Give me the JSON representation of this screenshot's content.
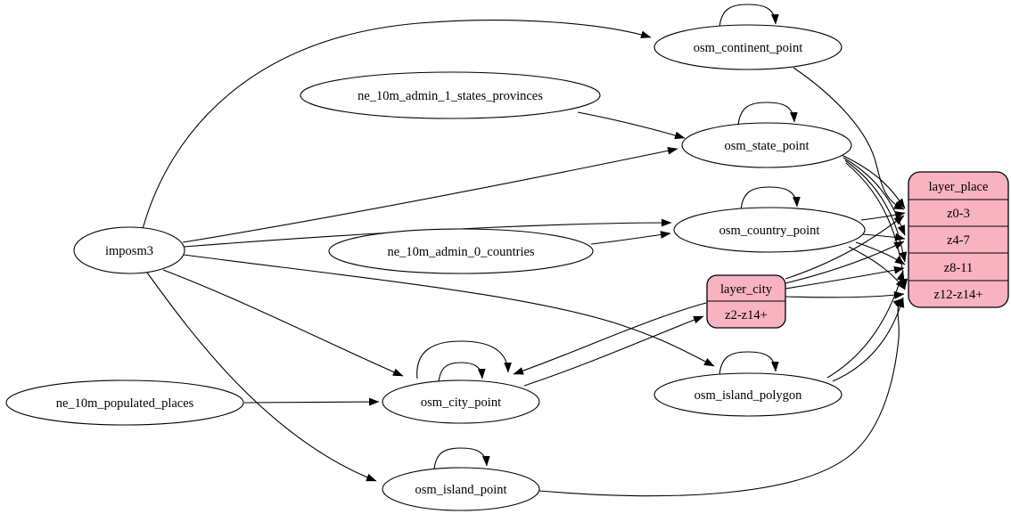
{
  "diagram": {
    "kind": "etl-dependency-graph",
    "colors": {
      "background": "#ffffff",
      "edge": "#000000",
      "table_fill": "#ffffff",
      "layer_fill": "#f8b2c0",
      "stroke": "#000000"
    },
    "nodes": {
      "imposm3": {
        "label": "imposm3",
        "shape": "ellipse"
      },
      "ne_admin1": {
        "label": "ne_10m_admin_1_states_provinces",
        "shape": "ellipse"
      },
      "ne_admin0": {
        "label": "ne_10m_admin_0_countries",
        "shape": "ellipse"
      },
      "ne_populated": {
        "label": "ne_10m_populated_places",
        "shape": "ellipse"
      },
      "osm_continent_point": {
        "label": "osm_continent_point",
        "shape": "ellipse"
      },
      "osm_state_point": {
        "label": "osm_state_point",
        "shape": "ellipse"
      },
      "osm_country_point": {
        "label": "osm_country_point",
        "shape": "ellipse"
      },
      "osm_city_point": {
        "label": "osm_city_point",
        "shape": "ellipse"
      },
      "osm_island_polygon": {
        "label": "osm_island_polygon",
        "shape": "ellipse"
      },
      "osm_island_point": {
        "label": "osm_island_point",
        "shape": "ellipse"
      }
    },
    "records": {
      "layer_city": {
        "title": "layer_city",
        "rows": [
          "z2-z14+"
        ]
      },
      "layer_place": {
        "title": "layer_place",
        "rows": [
          "z0-3",
          "z4-7",
          "z8-11",
          "z12-z14+"
        ]
      }
    },
    "edges": [
      {
        "from": "imposm3",
        "to": "osm_continent_point"
      },
      {
        "from": "imposm3",
        "to": "osm_state_point"
      },
      {
        "from": "imposm3",
        "to": "osm_country_point"
      },
      {
        "from": "imposm3",
        "to": "osm_city_point"
      },
      {
        "from": "imposm3",
        "to": "osm_island_polygon"
      },
      {
        "from": "imposm3",
        "to": "osm_island_point"
      },
      {
        "from": "ne_10m_admin_1_states_provinces",
        "to": "osm_state_point"
      },
      {
        "from": "ne_10m_admin_0_countries",
        "to": "osm_country_point"
      },
      {
        "from": "ne_10m_populated_places",
        "to": "osm_city_point"
      },
      {
        "from": "osm_continent_point",
        "to": "osm_continent_point",
        "self_loop": true
      },
      {
        "from": "osm_state_point",
        "to": "osm_state_point",
        "self_loop": true
      },
      {
        "from": "osm_country_point",
        "to": "osm_country_point",
        "self_loop": true
      },
      {
        "from": "osm_city_point",
        "to": "osm_city_point",
        "self_loop": true
      },
      {
        "from": "osm_city_point",
        "to": "osm_city_point",
        "self_loop": true
      },
      {
        "from": "osm_island_polygon",
        "to": "osm_island_polygon",
        "self_loop": true
      },
      {
        "from": "osm_island_point",
        "to": "osm_island_point",
        "self_loop": true
      },
      {
        "from": "osm_continent_point",
        "to": "layer_place",
        "to_row": "z0-3"
      },
      {
        "from": "osm_state_point",
        "to": "layer_place",
        "to_row": "z0-3"
      },
      {
        "from": "osm_state_point",
        "to": "layer_place",
        "to_row": "z4-7"
      },
      {
        "from": "osm_state_point",
        "to": "layer_place",
        "to_row": "z8-11"
      },
      {
        "from": "osm_state_point",
        "to": "layer_place",
        "to_row": "z12-z14+"
      },
      {
        "from": "osm_country_point",
        "to": "layer_place",
        "to_row": "z0-3"
      },
      {
        "from": "osm_country_point",
        "to": "layer_place",
        "to_row": "z4-7"
      },
      {
        "from": "osm_country_point",
        "to": "layer_place",
        "to_row": "z8-11"
      },
      {
        "from": "osm_country_point",
        "to": "layer_place",
        "to_row": "z12-z14+"
      },
      {
        "from": "osm_city_point",
        "to": "layer_city",
        "to_row": "z2-z14+"
      },
      {
        "from": "layer_city",
        "to": "osm_city_point"
      },
      {
        "from": "layer_city",
        "to": "layer_place",
        "to_row": "z0-3"
      },
      {
        "from": "layer_city",
        "to": "layer_place",
        "to_row": "z4-7"
      },
      {
        "from": "layer_city",
        "to": "layer_place",
        "to_row": "z8-11"
      },
      {
        "from": "layer_city",
        "to": "layer_place",
        "to_row": "z12-z14+"
      },
      {
        "from": "osm_island_polygon",
        "to": "layer_place",
        "to_row": "z8-11"
      },
      {
        "from": "osm_island_polygon",
        "to": "layer_place",
        "to_row": "z12-z14+"
      },
      {
        "from": "osm_island_point",
        "to": "layer_place",
        "to_row": "z12-z14+"
      }
    ]
  }
}
